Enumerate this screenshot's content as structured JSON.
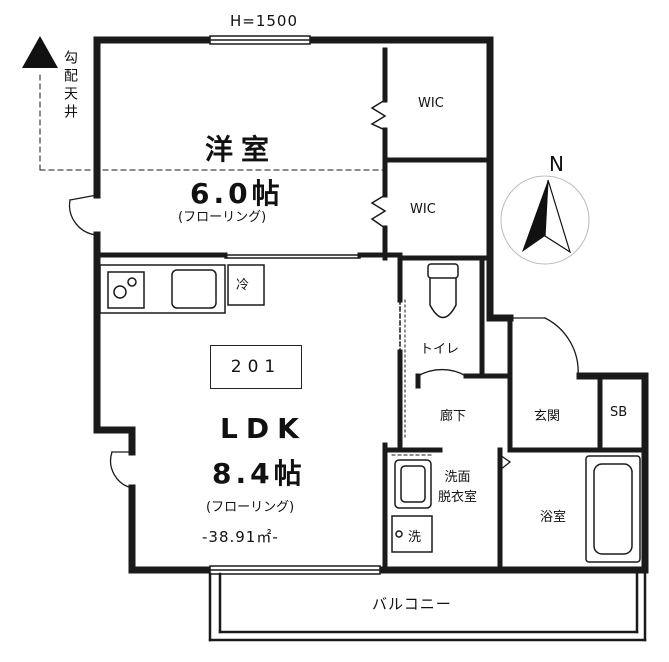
{
  "header": {
    "ceiling_height": "H=1500"
  },
  "sloped_ceiling_note": "勾配天井",
  "compass": {
    "north_label": "N"
  },
  "rooms": {
    "western_room": {
      "name": "洋室",
      "size": "6.0帖",
      "floor": "(フローリング)"
    },
    "wic_upper": "WIC",
    "wic_lower": "WIC",
    "refrigerator": "冷",
    "toilet": "トイレ",
    "unit_number": "201",
    "ldk": {
      "name": "LDK",
      "size": "8.4帖",
      "floor": "(フローリング)"
    },
    "total_area": "-38.91㎡-",
    "hallway": "廊下",
    "entrance": "玄関",
    "shoe_box": "SB",
    "washroom": "洗面\n脱衣室",
    "washer": "洗",
    "bathroom": "浴室",
    "balcony": "バルコニー"
  }
}
